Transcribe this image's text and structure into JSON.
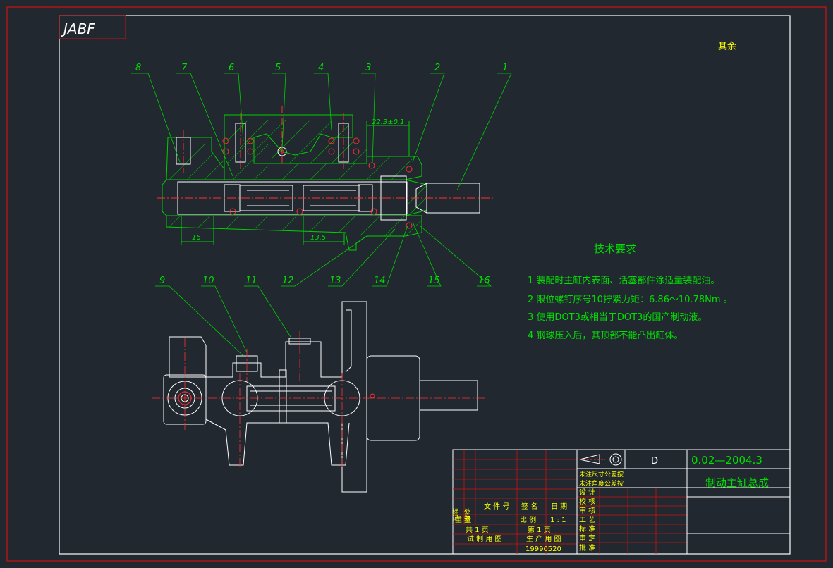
{
  "title_block_logo": "JABF",
  "surface_note": "其余",
  "balloons": [
    "1",
    "2",
    "3",
    "4",
    "5",
    "6",
    "7",
    "8",
    "9",
    "10",
    "11",
    "12",
    "13",
    "14",
    "15",
    "16"
  ],
  "dimensions": {
    "d1": "22.3±0.1",
    "d2": "16",
    "d3": "13.5"
  },
  "tech_requirements": {
    "heading": "技术要求",
    "items": [
      "1  装配时主缸内表面、活塞部件涂适量装配油。",
      "2  限位螺钉序号10拧紧力矩：6.86～10.78Nm 。",
      "3  使用DOT3或相当于DOT3的国产制动液。",
      "4  钢球压入后，其顶部不能凸出缸体。"
    ]
  },
  "title_block": {
    "drawing_no": "0.02—2004.3",
    "name": "制动主缸总成",
    "material": "D",
    "tol1": "未注尺寸公差按",
    "tol2": "未注角度公差按",
    "col_mark": "标记",
    "col_qty": "处数",
    "col_doc": "文 件 号",
    "col_sign": "签 名",
    "col_date": "日 期",
    "row_heavy": "重 量",
    "scale_label": "比 例",
    "scale_value": "1 : 1",
    "total_pages": "共   1   页",
    "page_no": "第   1   页",
    "trial": "试 制 用 图",
    "production": "生 产 用 图",
    "date_code": "19990520",
    "roles": [
      "设 计",
      "校 核",
      "审 核",
      "工 艺",
      "标 准",
      "审 定",
      "批 准"
    ]
  }
}
